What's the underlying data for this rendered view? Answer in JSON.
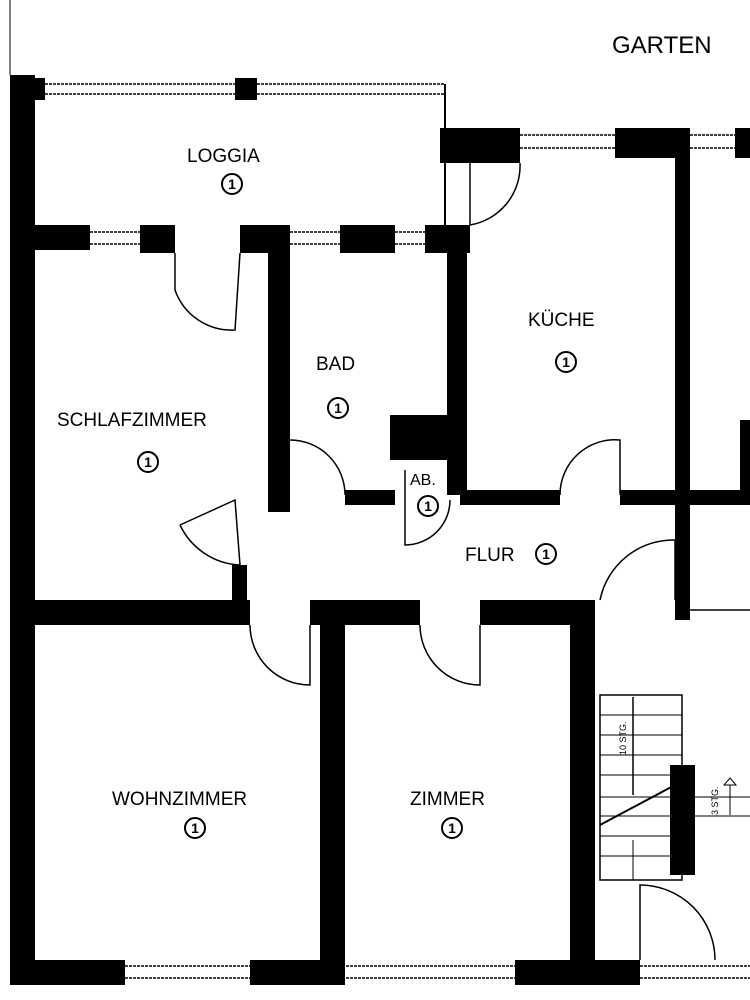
{
  "title": "GARTEN",
  "rooms": [
    {
      "name": "LOGGIA",
      "num": "1"
    },
    {
      "name": "BAD",
      "num": "1"
    },
    {
      "name": "KÜCHE",
      "num": "1"
    },
    {
      "name": "SCHLAFZIMMER",
      "num": "1"
    },
    {
      "name": "AB.",
      "num": "1"
    },
    {
      "name": "FLUR",
      "num": "1"
    },
    {
      "name": "WOHNZIMMER",
      "num": "1"
    },
    {
      "name": "ZIMMER",
      "num": "1"
    }
  ],
  "stairs": {
    "down_label": "10 STG.",
    "up_label": "3 STG."
  }
}
